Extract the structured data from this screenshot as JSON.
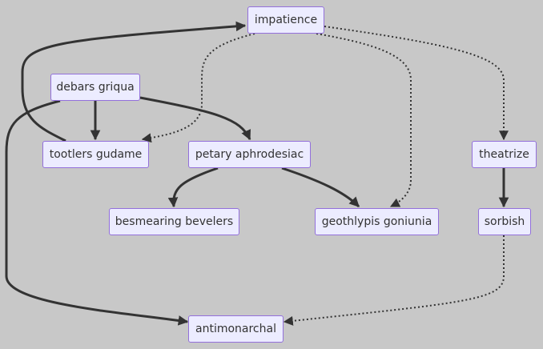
{
  "diagram": {
    "nodes": {
      "impatience": "impatience",
      "debars_griqua": "debars griqua",
      "tootlers_gudame": "tootlers gudame",
      "petary_aphrodesiac": "petary aphrodesiac",
      "theatrize": "theatrize",
      "besmearing_bevelers": "besmearing bevelers",
      "geothlypis_goniunia": "geothlypis goniunia",
      "sorbish": "sorbish",
      "antimonarchal": "antimonarchal"
    },
    "edges": [
      {
        "from": "debars_griqua",
        "to": "tootlers_gudame",
        "style": "solid"
      },
      {
        "from": "debars_griqua",
        "to": "petary_aphrodesiac",
        "style": "solid"
      },
      {
        "from": "debars_griqua",
        "to": "antimonarchal",
        "style": "solid"
      },
      {
        "from": "tootlers_gudame",
        "to": "impatience",
        "style": "solid"
      },
      {
        "from": "impatience",
        "to": "tootlers_gudame",
        "style": "dotted"
      },
      {
        "from": "impatience",
        "to": "geothlypis_goniunia",
        "style": "dotted"
      },
      {
        "from": "impatience",
        "to": "theatrize",
        "style": "dotted"
      },
      {
        "from": "petary_aphrodesiac",
        "to": "besmearing_bevelers",
        "style": "solid"
      },
      {
        "from": "petary_aphrodesiac",
        "to": "geothlypis_goniunia",
        "style": "solid"
      },
      {
        "from": "theatrize",
        "to": "sorbish",
        "style": "solid"
      },
      {
        "from": "sorbish",
        "to": "antimonarchal",
        "style": "dotted"
      }
    ],
    "colors": {
      "background": "#c8c8c8",
      "node_fill": "#ececff",
      "node_border": "#9370db",
      "edge": "#333333",
      "text": "#333333"
    }
  }
}
